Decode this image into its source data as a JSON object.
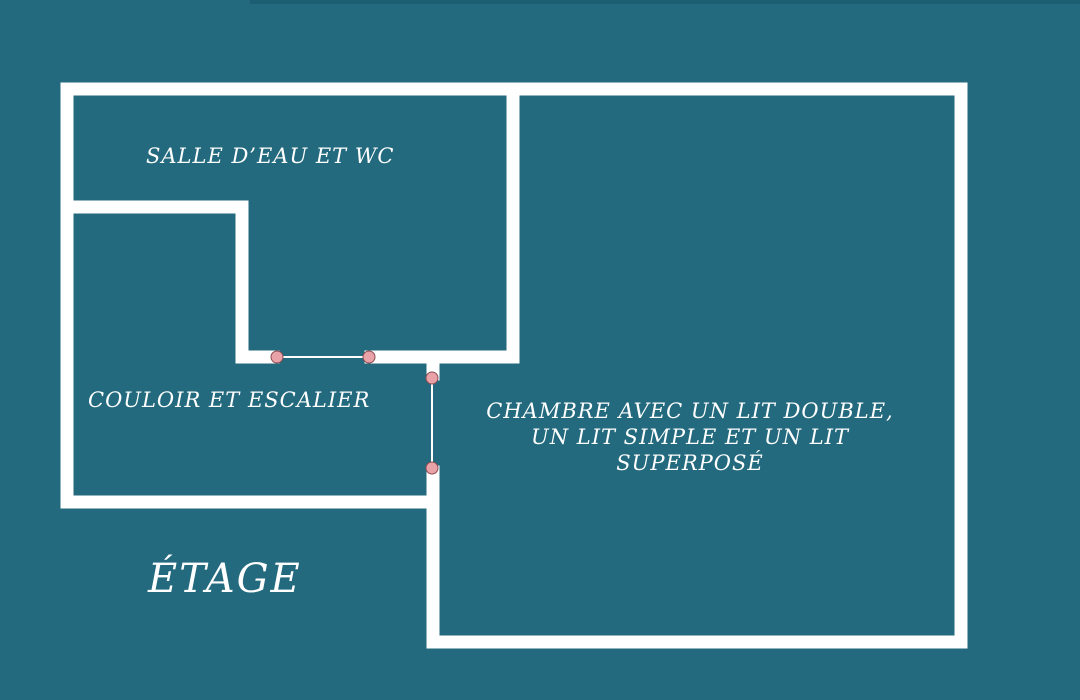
{
  "plan": {
    "floor_title": "ÉTAGE",
    "rooms": {
      "bathroom": "SALLE D’EAU ET WC",
      "hallway": "COULOIR ET ESCALIER",
      "bedroom_lines": [
        "CHAMBRE AVEC UN LIT DOUBLE,",
        "UN LIT SIMPLE ET UN LIT",
        "SUPERPOSÉ"
      ]
    }
  },
  "colors": {
    "background": "#236a7e",
    "wall": "#ffffff",
    "door_marker": "#e9a3a8"
  }
}
